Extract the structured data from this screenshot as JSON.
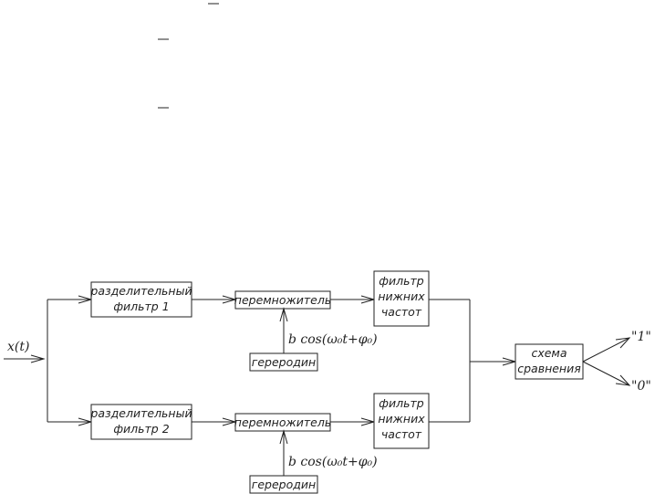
{
  "diagram": {
    "input_label": "x(t)",
    "outputs": {
      "one": "\"1\"",
      "zero": "\"0\""
    },
    "channel1": {
      "separator": [
        "разделительный",
        "фильтр 1"
      ],
      "multiplier": "перемножитель",
      "lowpass": [
        "фильтр",
        "нижних",
        "частот"
      ],
      "oscillator": "гереродин",
      "ref_signal": "b cos(ω₀t+φ₀)"
    },
    "channel2": {
      "separator": [
        "разделительный",
        "фильтр 2"
      ],
      "multiplier": "перемножитель",
      "lowpass": [
        "фильтр",
        "нижних",
        "частот"
      ],
      "oscillator": "гереродин",
      "ref_signal": "b cos(ω₀t+φ₀)"
    },
    "comparator": [
      "схема",
      "сравнения"
    ]
  }
}
